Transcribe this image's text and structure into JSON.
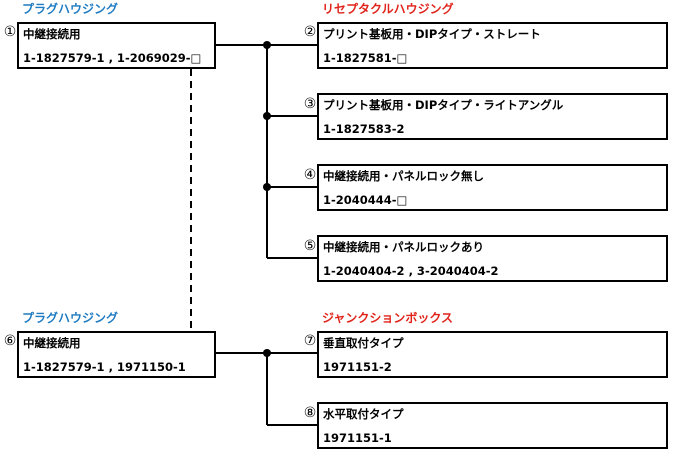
{
  "headings": {
    "plug_top": "プラグハウジング",
    "receptacle": "リセプタクルハウジング",
    "plug_bottom": "プラグハウジング",
    "junction": "ジャンクションボックス"
  },
  "colors": {
    "plug_heading": "#1F7BC1",
    "receptacle_heading": "#E0241B"
  },
  "boxes": [
    {
      "num": "①",
      "line1": "中継接続用",
      "line2": "1-1827579-1 , 1-2069029-□"
    },
    {
      "num": "②",
      "line1": "プリント基板用・DIPタイプ・ストレート",
      "line2": "1-1827581-□"
    },
    {
      "num": "③",
      "line1": "プリント基板用・DIPタイプ・ライトアングル",
      "line2": "1-1827583-2"
    },
    {
      "num": "④",
      "line1": "中継接続用・パネルロック無し",
      "line2": "1-2040444-□"
    },
    {
      "num": "⑤",
      "line1": "中継接続用・パネルロックあり",
      "line2": "1-2040404-2 , 3-2040404-2"
    },
    {
      "num": "⑥",
      "line1": "中継接続用",
      "line2": "1-1827579-1 , 1971150-1"
    },
    {
      "num": "⑦",
      "line1": "垂直取付タイプ",
      "line2": "1971151-2"
    },
    {
      "num": "⑧",
      "line1": "水平取付タイプ",
      "line2": "1971151-1"
    }
  ]
}
